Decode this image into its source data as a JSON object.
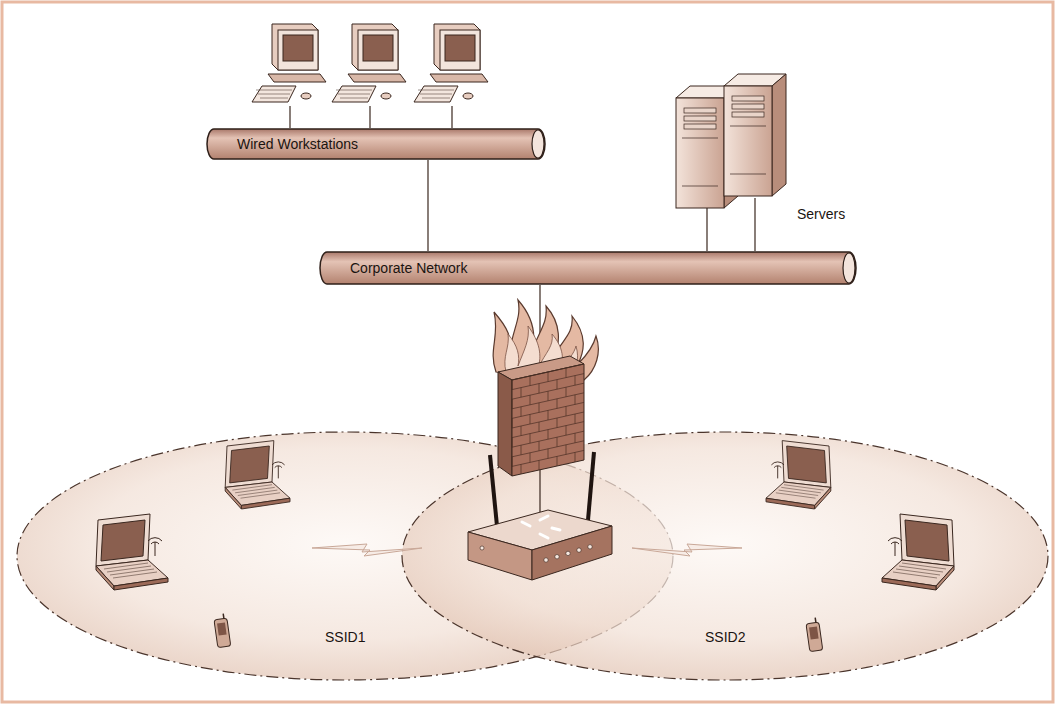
{
  "diagram": {
    "nodes": [
      {
        "text": [
          "Wired Workstations"
        ]
      },
      {
        "text": [
          "Corporate Network"
        ]
      },
      {
        "text": [
          "Servers"
        ]
      },
      {
        "text": [
          "SSID1"
        ]
      },
      {
        "text": [
          "SSID2"
        ]
      }
    ],
    "edges": [
      {
        "from": 0,
        "to": 1,
        "arrow": "none"
      },
      {
        "from": 2,
        "to": 1,
        "arrow": "none"
      }
    ]
  }
}
